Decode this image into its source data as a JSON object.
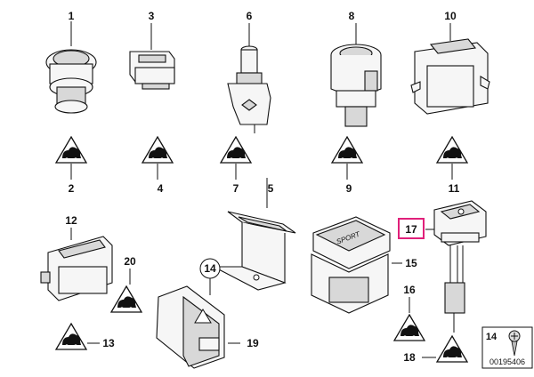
{
  "callouts": {
    "c1": "1",
    "c2": "2",
    "c3": "3",
    "c4": "4",
    "c5": "5",
    "c6": "6",
    "c7": "7",
    "c8": "8",
    "c9": "9",
    "c10": "10",
    "c11": "11",
    "c12": "12",
    "c13": "13",
    "c14": "14",
    "c15": "15",
    "c16": "16",
    "c17": "17",
    "c18": "18",
    "c19": "19",
    "c20": "20"
  },
  "highlight": {
    "callout": "17",
    "color": "#e0207a"
  },
  "button_text": "SPORT",
  "reference_box": {
    "part_number": "14",
    "drawing_id": "00195406"
  },
  "icons": [
    "warning-triangle-icon",
    "child-seat-icon",
    "hazard-triangle-icon",
    "screw-icon"
  ]
}
